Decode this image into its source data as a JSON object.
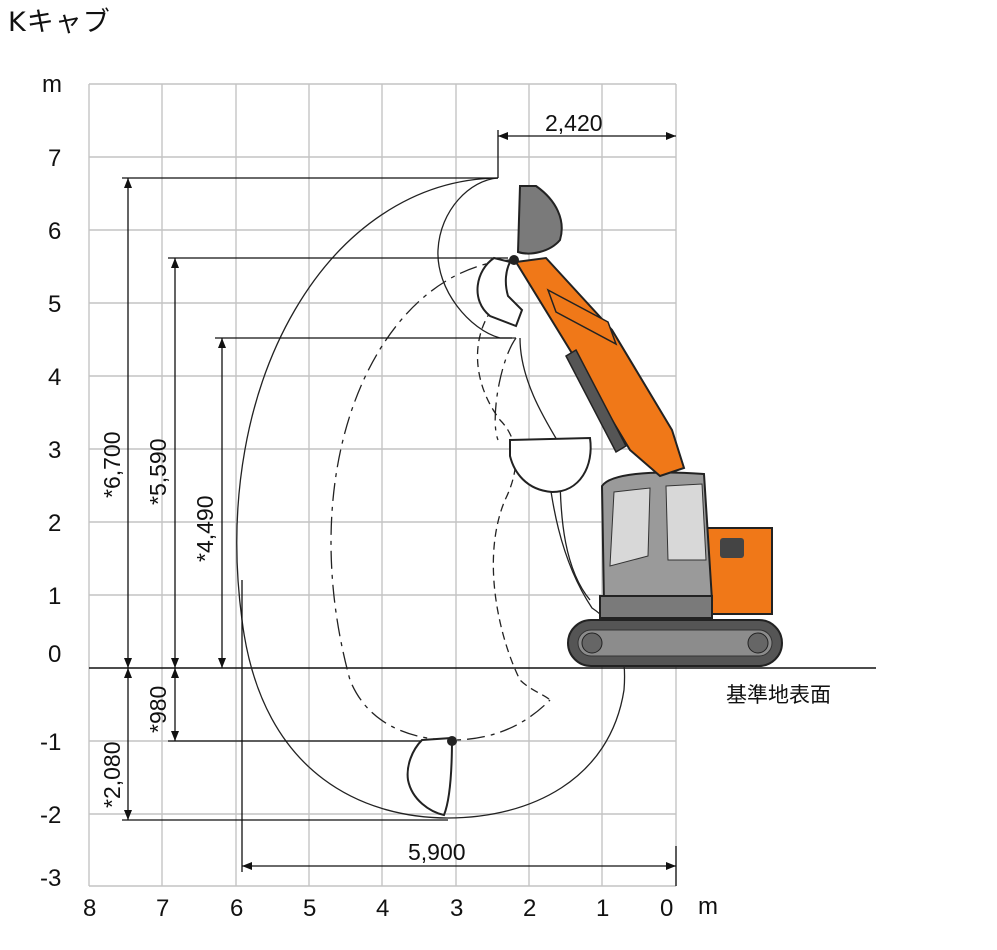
{
  "title": "Kキャブ",
  "axis": {
    "x_unit": "m",
    "y_unit": "m",
    "x_ticks": [
      "8",
      "7",
      "6",
      "5",
      "4",
      "3",
      "2",
      "1",
      "0"
    ],
    "y_ticks": [
      "7",
      "6",
      "5",
      "4",
      "3",
      "2",
      "1",
      "0",
      "-1",
      "-2",
      "-3"
    ]
  },
  "ground_label": "基準地表面",
  "dimensions": {
    "top_width": "2,420",
    "bottom_width": "5,900",
    "h1": "*6,700",
    "h2": "*5,590",
    "h3": "*4,490",
    "d1": "*980",
    "d2": "*2,080"
  },
  "colors": {
    "machine_orange": "#f07818",
    "machine_grey": "#8c8c8c",
    "grid": "#c4c4c4"
  }
}
